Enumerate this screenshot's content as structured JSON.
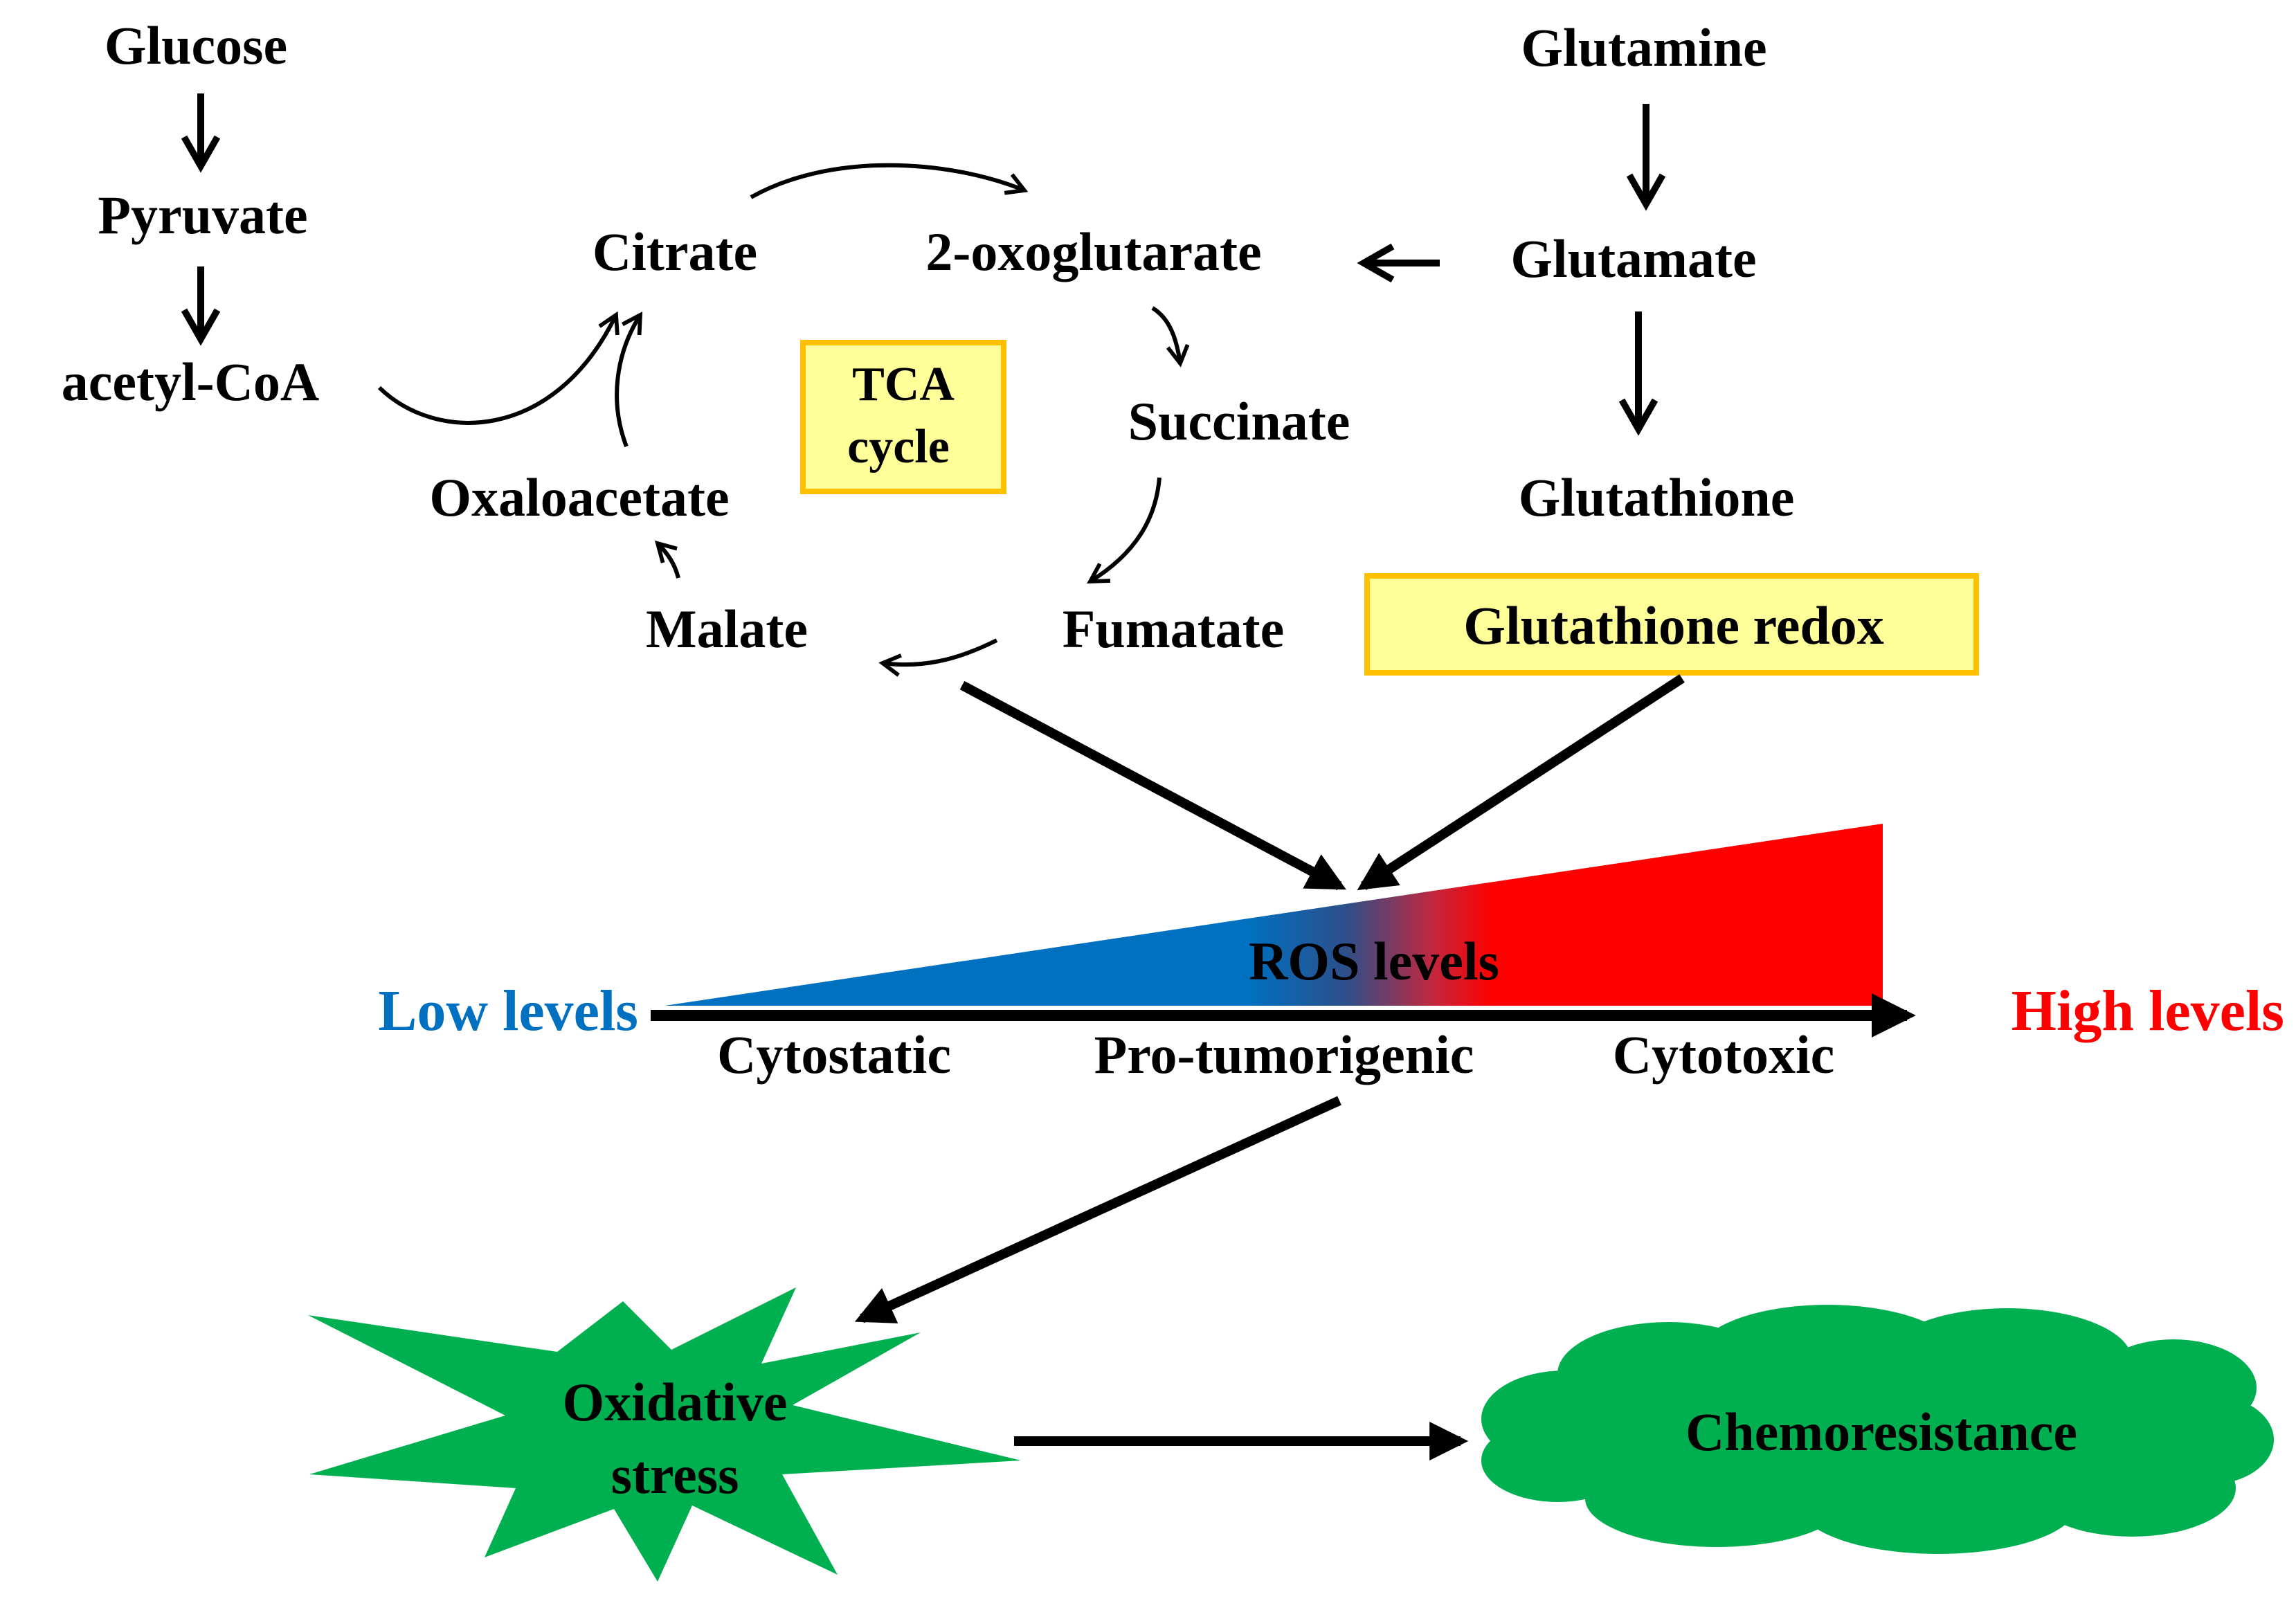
{
  "metabolites": {
    "glucose": "Glucose",
    "pyruvate": "Pyruvate",
    "acetyl_coa": "acetyl-CoA",
    "citrate": "Citrate",
    "oxoglutarate": "2-oxoglutarate",
    "succinate": "Succinate",
    "fumatate": "Fumatate",
    "malate": "Malate",
    "oxaloacetate": "Oxaloacetate",
    "glutamine": "Glutamine",
    "glutamate": "Glutamate",
    "glutathione": "Glutathione"
  },
  "boxes": {
    "tca_line1": "TCA",
    "tca_line2": "cycle",
    "glutathione_redox": "Glutathione redox"
  },
  "ros": {
    "title": "ROS levels",
    "low": "Low levels",
    "high": "High levels",
    "stages": [
      "Cytostatic",
      "Pro-tumorigenic",
      "Cytotoxic"
    ]
  },
  "outcomes": {
    "oxidative_line1": "Oxidative",
    "oxidative_line2": "stress",
    "chemoresistance": "Chemoresistance"
  },
  "colors": {
    "box_fill": "#ffff99",
    "box_border": "#ffc000",
    "low": "#0070c0",
    "high": "#ff0000",
    "green": "#00b050",
    "arrow": "#000000"
  }
}
